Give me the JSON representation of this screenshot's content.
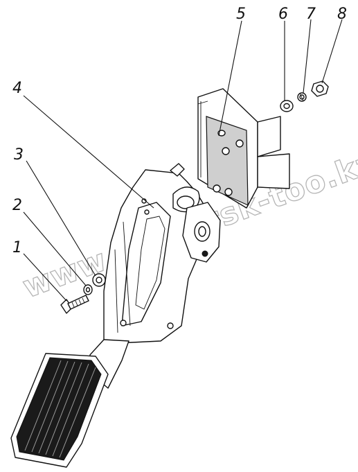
{
  "watermark": "www.simbirsk-too.kz",
  "callouts": [
    {
      "id": "1",
      "label": "1"
    },
    {
      "id": "2",
      "label": "2"
    },
    {
      "id": "3",
      "label": "3"
    },
    {
      "id": "4",
      "label": "4"
    },
    {
      "id": "5",
      "label": "5"
    },
    {
      "id": "6",
      "label": "6"
    },
    {
      "id": "7",
      "label": "7"
    },
    {
      "id": "8",
      "label": "8"
    }
  ]
}
